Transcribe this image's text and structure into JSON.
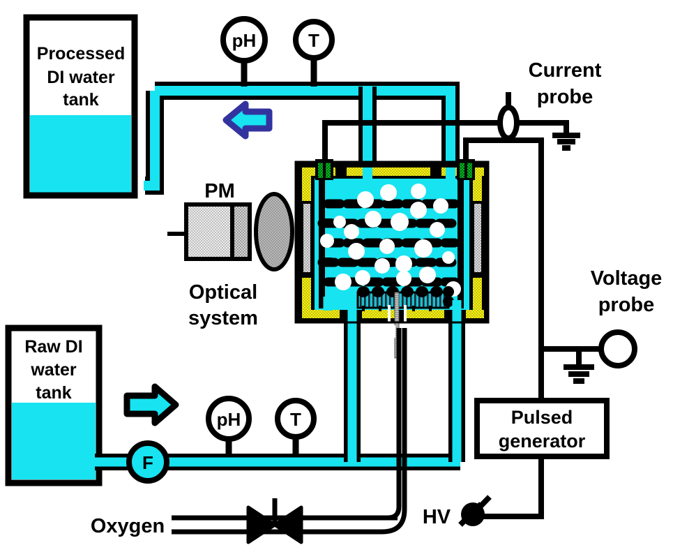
{
  "diagram": {
    "title": "Pulsed discharge water treatment reactor schematic",
    "colors": {
      "water": "#18E3F0",
      "water_alt": "#22DDEE",
      "outline": "#000000",
      "insulation_yellow": "#F2EE22",
      "electrode_green": "#00C020",
      "window_gray": "#D8D8D8",
      "pm_gray": "#E2E2E2",
      "lens_gray": "#ADADAD",
      "arrow_blue": "#3333A0",
      "background": "#FFFFFF"
    }
  },
  "labels": {
    "processed_tank": [
      "Processed",
      "DI water",
      "tank"
    ],
    "raw_tank": [
      "Raw DI",
      "water",
      "tank"
    ],
    "ph_top": "pH",
    "temp_top": "T",
    "ph_bottom": "pH",
    "temp_bottom": "T",
    "flowmeter": "F",
    "current_probe": [
      "Current",
      "probe"
    ],
    "voltage_probe": [
      "Voltage",
      "probe"
    ],
    "pm": "PM",
    "optical_system": [
      "Optical",
      "system"
    ],
    "pulsed_generator": [
      "Pulsed",
      "generator"
    ],
    "oxygen": "Oxygen",
    "hv": "HV"
  },
  "components": {
    "processed_tank": {
      "name": "Processed DI water tank",
      "fill_level_pct": 55
    },
    "raw_tank": {
      "name": "Raw DI water tank",
      "fill_level_pct": 52
    },
    "reactor": {
      "name": "Plasma reactor vessel",
      "electrode_rows": 7,
      "bubble_count": 22,
      "has_left_window": true,
      "has_right_window": true
    },
    "flow_arrows": [
      {
        "id": "return-flow-arrow",
        "direction": "left",
        "fill": "#18E3F0",
        "stroke": "#3333A0"
      },
      {
        "id": "feed-flow-arrow",
        "direction": "right",
        "fill": "#18E3F0",
        "stroke": "#000000"
      }
    ],
    "valves": [
      {
        "id": "oxygen-butterfly-valve",
        "type": "butterfly"
      }
    ],
    "switches": [
      {
        "id": "hv-spark-gap",
        "type": "spark-gap"
      }
    ],
    "grounds": [
      {
        "id": "current-probe-ground"
      },
      {
        "id": "voltage-probe-ground"
      }
    ]
  }
}
